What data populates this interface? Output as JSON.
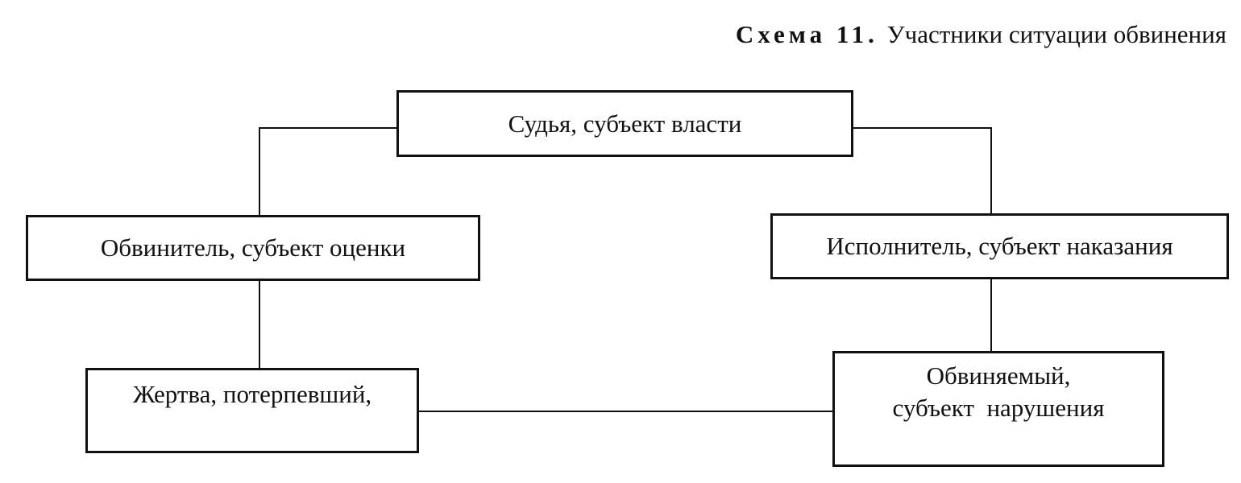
{
  "title": {
    "label": "Схема 11",
    "separator": ".",
    "text": "Участники ситуации обвинения"
  },
  "nodes": {
    "judge": "Судья, субъект власти",
    "accuser": "Обвинитель, субъект оценки",
    "executor": "Исполнитель, субъект наказания",
    "victim": "Жертва, потерпевший,",
    "accused_line1": "Обвиняемый,",
    "accused_line2": "субъект  нарушения"
  },
  "colors": {
    "line": "#111111",
    "background": "#ffffff"
  }
}
